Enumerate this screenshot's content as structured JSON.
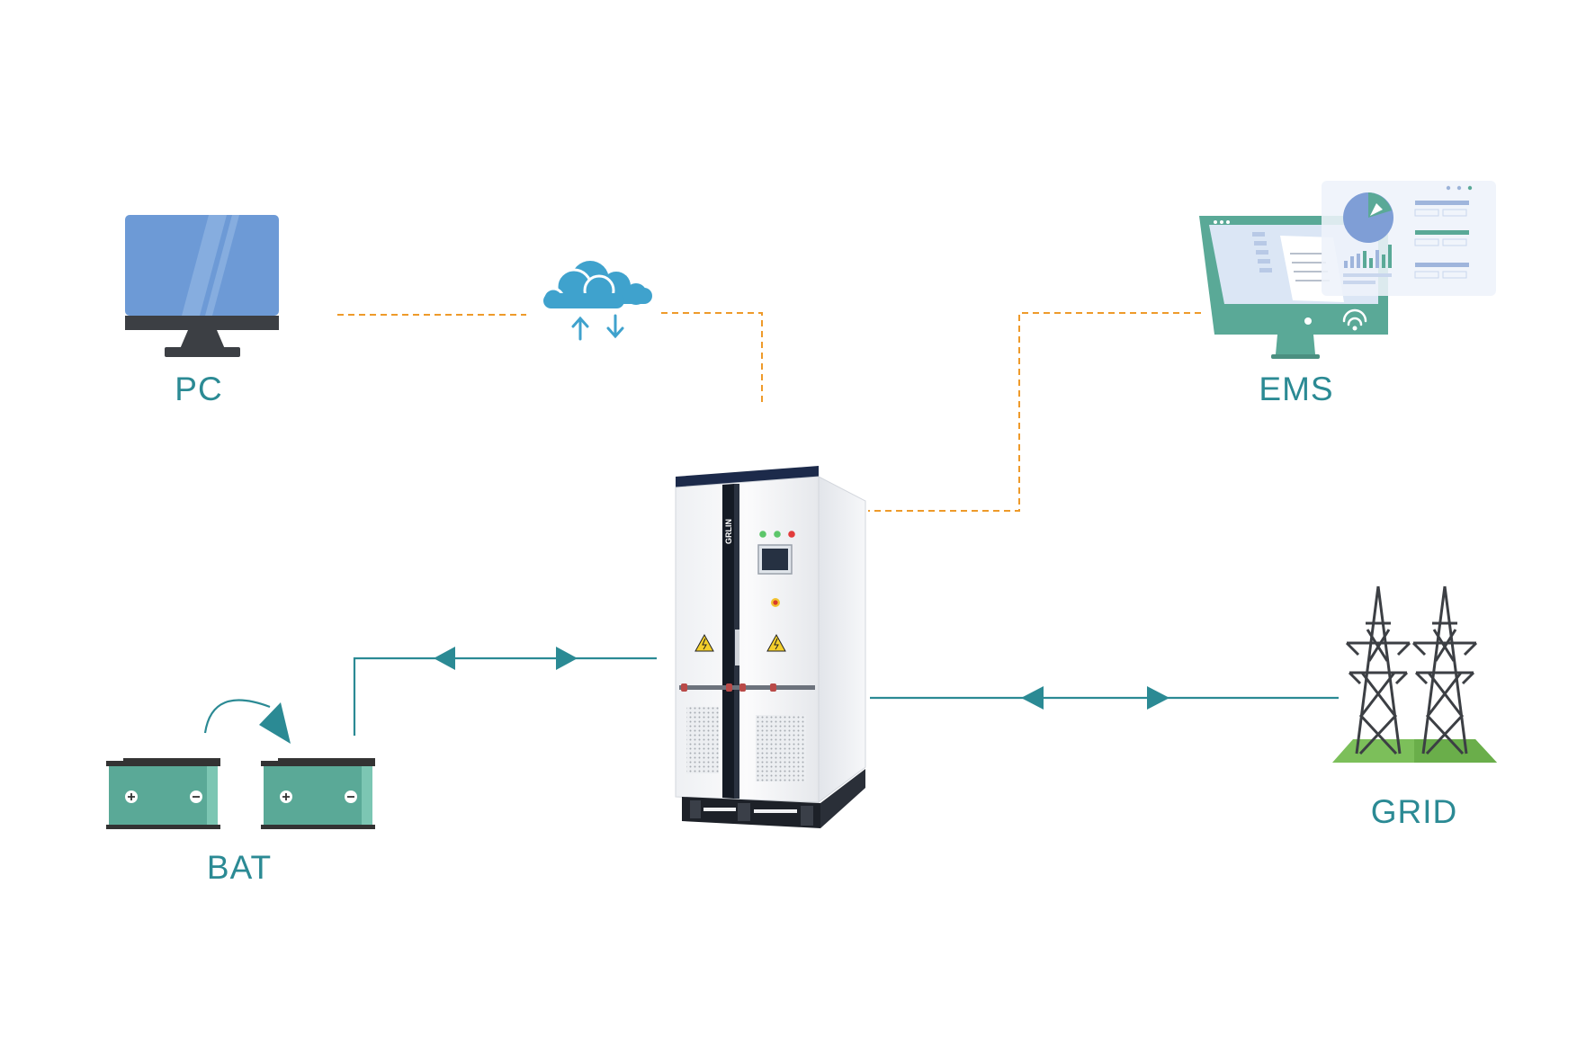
{
  "labels": {
    "pc": "PC",
    "ems": "EMS",
    "bat": "BAT",
    "grid": "GRID"
  },
  "device": {
    "brand": "GRLIN",
    "indicator_lights": [
      "#5cc66a",
      "#5cc66a",
      "#e23b3b"
    ]
  },
  "colors": {
    "label": "#2b8a94",
    "power_line": "#2b8a94",
    "comm_line": "#ee9a2a",
    "pc_screen": "#6d9ad6",
    "cloud": "#3fa2cd",
    "battery": "#5aa997",
    "ems_body": "#5aa997",
    "grass": "#7cbf5a"
  },
  "icons": {
    "pc": "monitor-icon",
    "cloud": "cloud-upload-download-icon",
    "ems": "ems-dashboard-monitor-icon",
    "inverter": "power-cabinet-icon",
    "battery": "battery-icon",
    "grid": "transmission-tower-icon"
  }
}
